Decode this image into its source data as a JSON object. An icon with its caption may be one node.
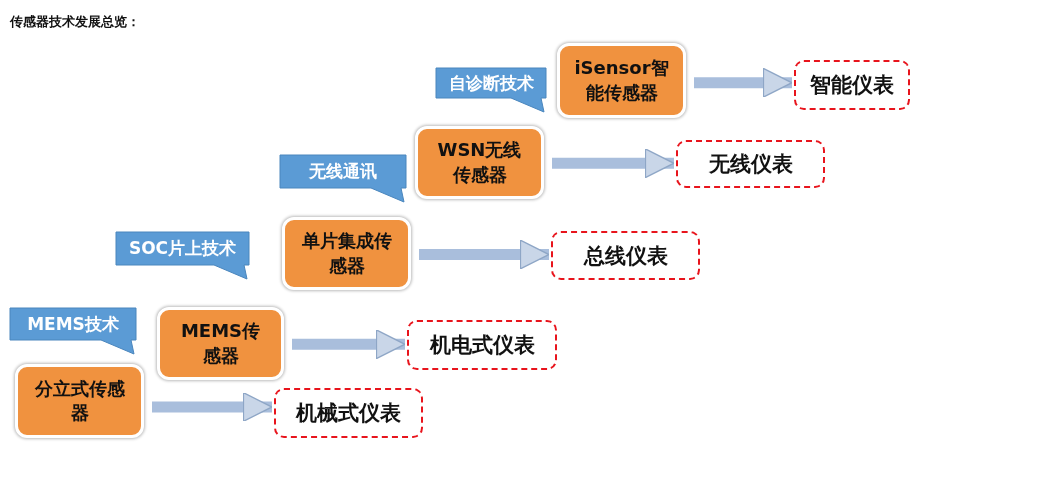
{
  "diagram": {
    "title": "传感器技术发展总览：",
    "nodes": [
      {
        "text": [
          "自诊断技术"
        ]
      },
      {
        "text": [
          "iSensor智能传感器"
        ]
      },
      {
        "text": [
          "智能仪表"
        ]
      },
      {
        "text": [
          "无线通讯"
        ]
      },
      {
        "text": [
          "WSN无线传感器"
        ]
      },
      {
        "text": [
          "无线仪表"
        ]
      },
      {
        "text": [
          "SOC片上技术"
        ]
      },
      {
        "text": [
          "单片集成传感器"
        ]
      },
      {
        "text": [
          "总线仪表"
        ]
      },
      {
        "text": [
          "MEMS技术"
        ]
      },
      {
        "text": [
          "MEMS传感器"
        ]
      },
      {
        "text": [
          "机电式仪表"
        ]
      },
      {
        "text": [
          "分立式传感器"
        ]
      },
      {
        "text": [
          "机械式仪表"
        ]
      }
    ],
    "edges": [
      {
        "from": 1,
        "to": 2,
        "arrow": "to"
      },
      {
        "from": 4,
        "to": 5,
        "arrow": "to"
      },
      {
        "from": 7,
        "to": 8,
        "arrow": "to"
      },
      {
        "from": 10,
        "to": 11,
        "arrow": "to"
      },
      {
        "from": 12,
        "to": 13,
        "arrow": "to"
      }
    ]
  }
}
